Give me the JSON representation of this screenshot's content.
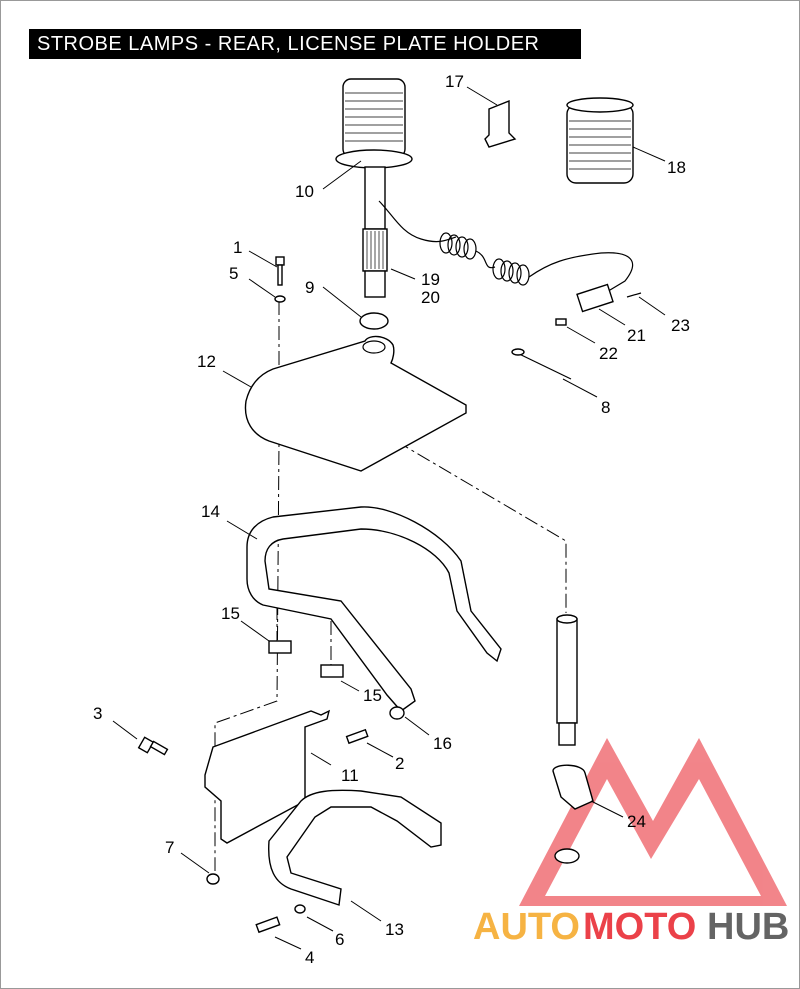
{
  "title": "STROBE LAMPS - REAR,  LICENSE PLATE HOLDER",
  "callouts": {
    "c1": "1",
    "c2": "2",
    "c3": "3",
    "c4": "4",
    "c5": "5",
    "c6": "6",
    "c7": "7",
    "c8": "8",
    "c9": "9",
    "c10": "10",
    "c11": "11",
    "c12": "12",
    "c13": "13",
    "c14": "14",
    "c15a": "15",
    "c15b": "15",
    "c16": "16",
    "c17": "17",
    "c18": "18",
    "c19": "19",
    "c20": "20",
    "c21": "21",
    "c22": "22",
    "c23": "23",
    "c24": "24"
  },
  "watermark": {
    "part1": "AUTO",
    "part2": "MOTO",
    "part3": "HUB",
    "colors": {
      "orange": "#f5a623",
      "red": "#e8202a",
      "gray": "#4a4a4a"
    }
  }
}
